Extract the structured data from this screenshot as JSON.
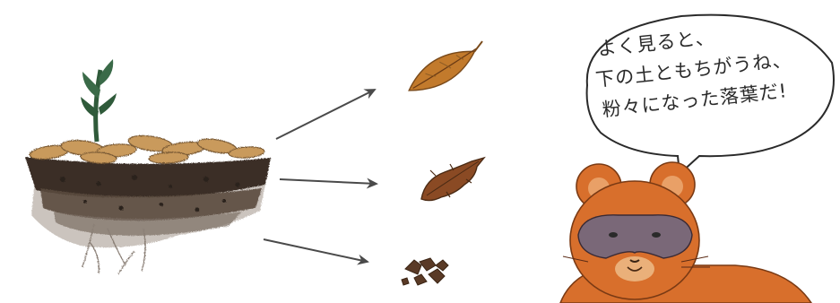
{
  "speech_bubble": {
    "lines": [
      "よく見ると、",
      "下の土ともちがうね、",
      "粉々になった落葉だ!"
    ]
  },
  "palette": {
    "soil_dark": "#3a2e26",
    "soil_mid": "#6b5a4a",
    "soil_light": "#9a8e84",
    "leaf_litter": "#b98a4f",
    "leaf_whole": "#c27a2c",
    "leaf_decay": "#8a4a24",
    "leaf_crumb": "#5a3a26",
    "seedling": "#2f5a3a",
    "tanuki_fur": "#d86f2c",
    "tanuki_mask": "#7a6878",
    "arrow": "#4a4a4a"
  },
  "icons": [
    "soil-cross-section",
    "seedling",
    "arrow",
    "whole-leaf",
    "decaying-leaf",
    "leaf-crumbs",
    "speech-bubble",
    "tanuki-character"
  ]
}
